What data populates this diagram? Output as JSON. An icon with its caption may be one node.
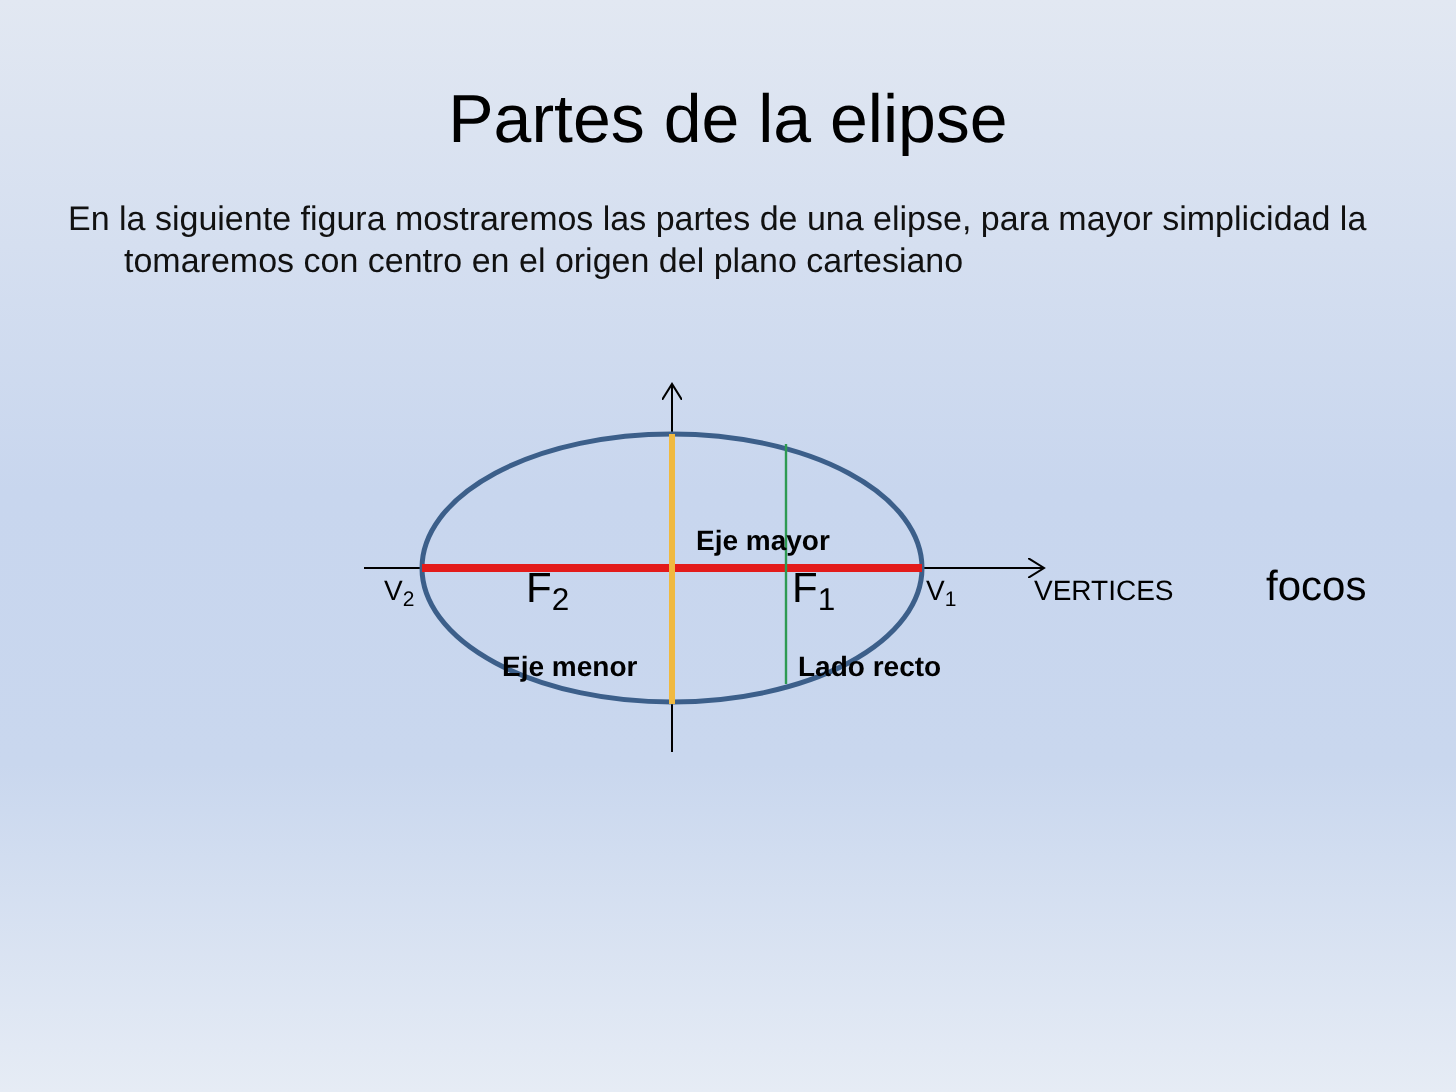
{
  "diagram": {
    "title": "Partes de la elipse",
    "labels": [
      "En la siguiente figura mostraremos las partes de una elipse, para mayor simplicidad la tomaremos con centro en el origen del plano cartesiano",
      "Eje mayor",
      "V$_{2}$",
      "F$_{2}$",
      "F$_{1}$",
      "V$_{1}$",
      "VERTICES",
      "focos",
      "Eje menor",
      "Lado recto"
    ]
  }
}
